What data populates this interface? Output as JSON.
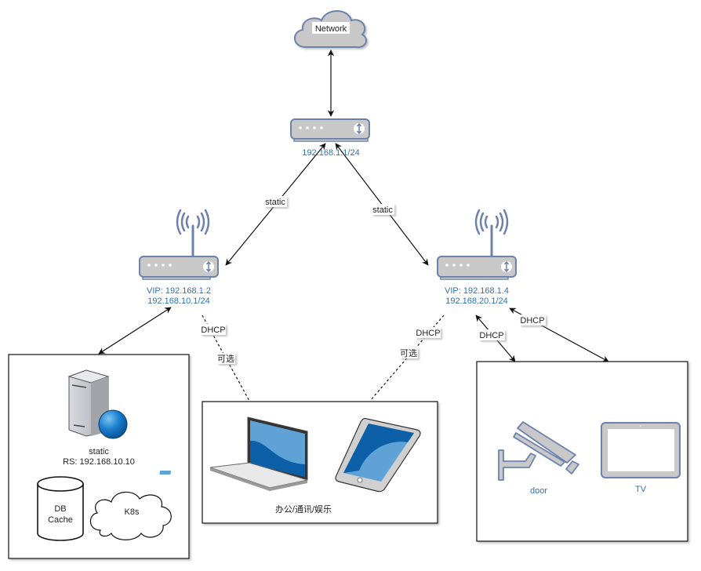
{
  "diagram": {
    "cloud_network": {
      "label": "Network"
    },
    "core_router": {
      "label": "192.168.1.1/24"
    },
    "left_router": {
      "label_line1": "VIP: 192.168.1.2",
      "label_line2": "192.168.10.1/24"
    },
    "right_router": {
      "label_line1": "VIP: 192.168.1.4",
      "label_line2": "192.168.20.1/24"
    },
    "edges": {
      "core_left": "static",
      "core_right": "static",
      "left_devices_dhcp": "DHCP",
      "left_devices_optional": "可选",
      "right_devices_dhcp": "DHCP",
      "right_devices_optional": "可选",
      "right_door_dhcp": "DHCP",
      "right_tv_dhcp": "DHCP"
    },
    "server_group": {
      "server_label_line1": "static",
      "server_label_line2": "RS: 192.168.10.10",
      "db_label_line1": "DB",
      "db_label_line2": "Cache",
      "k8s_label": "K8s"
    },
    "devices_group": {
      "label": "办公/通讯/娱乐"
    },
    "iot_group": {
      "door_label": "door",
      "tv_label": "TV"
    },
    "colors": {
      "device_fill": "#c8c8c8",
      "device_stroke": "#6c82ad",
      "label_blue": "#2f72b8",
      "screen_blue": "#5fa3d6",
      "screen_dark": "#0d5fa8"
    }
  }
}
